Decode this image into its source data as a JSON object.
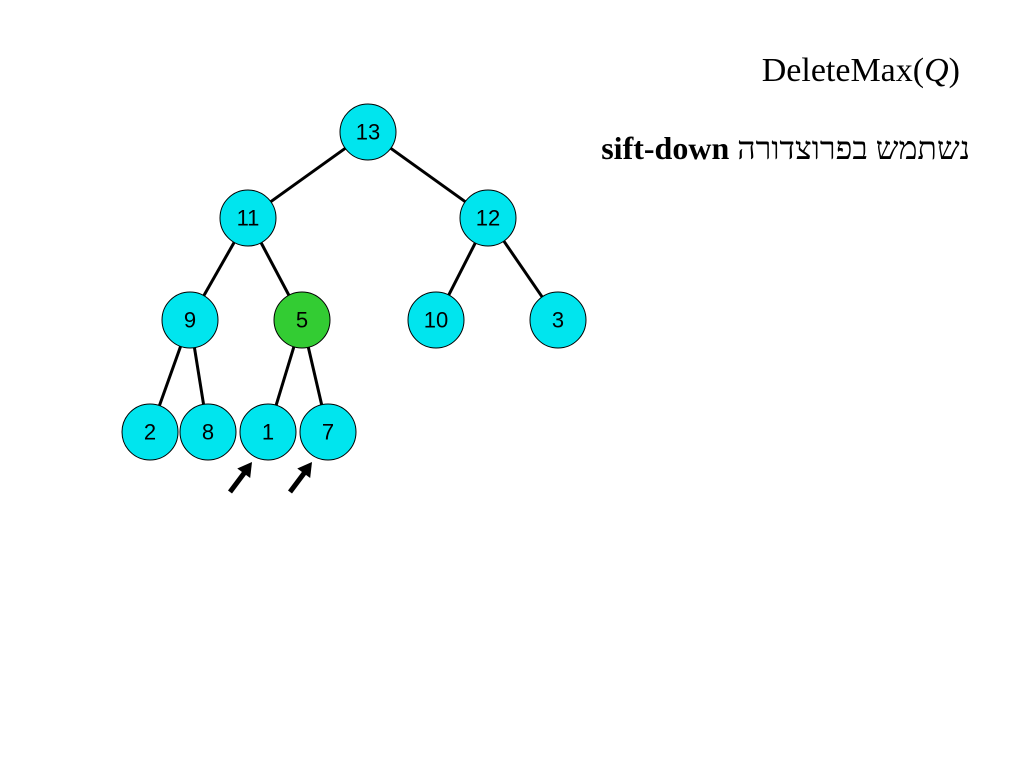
{
  "title": {
    "text": "DeleteMax(",
    "var": "Q",
    "close": ")"
  },
  "subtitle": {
    "keyword": "sift-down",
    "hebrew": "נשתמש בפרוצדורה"
  },
  "colors": {
    "node_fill": "#00e5ee",
    "highlight_fill": "#33cc33",
    "stroke": "#000000"
  },
  "tree": {
    "nodes": [
      {
        "id": "n13",
        "value": "13"
      },
      {
        "id": "n11",
        "value": "11"
      },
      {
        "id": "n12",
        "value": "12"
      },
      {
        "id": "n9",
        "value": "9"
      },
      {
        "id": "n5",
        "value": "5",
        "highlight": true
      },
      {
        "id": "n10",
        "value": "10"
      },
      {
        "id": "n3",
        "value": "3"
      },
      {
        "id": "n2",
        "value": "2"
      },
      {
        "id": "n8",
        "value": "8"
      },
      {
        "id": "n1",
        "value": "1"
      },
      {
        "id": "n7",
        "value": "7"
      }
    ],
    "edges": [
      [
        "n13",
        "n11"
      ],
      [
        "n13",
        "n12"
      ],
      [
        "n11",
        "n9"
      ],
      [
        "n11",
        "n5"
      ],
      [
        "n12",
        "n10"
      ],
      [
        "n12",
        "n3"
      ],
      [
        "n9",
        "n2"
      ],
      [
        "n9",
        "n8"
      ],
      [
        "n5",
        "n1"
      ],
      [
        "n5",
        "n7"
      ]
    ],
    "pointers": [
      "n1",
      "n7"
    ]
  }
}
